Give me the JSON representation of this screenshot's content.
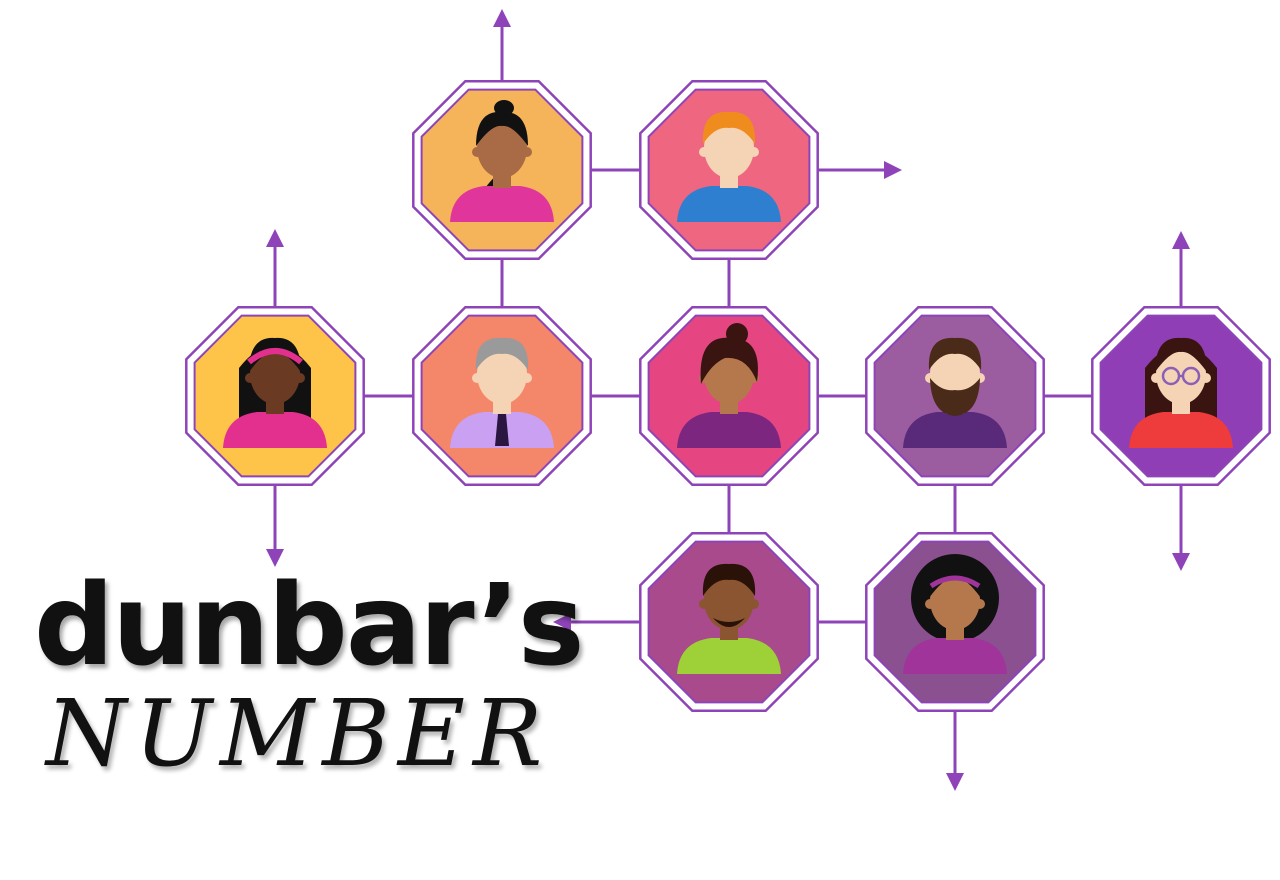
{
  "title": {
    "line1": "dunbar’s",
    "line2": "NUMBER"
  },
  "colors": {
    "line": "#8e44b8",
    "skin_dark": "#6b3a22",
    "skin_medium": "#a86b45",
    "skin_light": "#f5d3b5"
  },
  "people": [
    {
      "id": "woman-ponytail",
      "bg": "#f5b35a",
      "skin": "#a86b45",
      "hair": "#111111",
      "shirt": "#e0359a",
      "hair_style": "ponytail"
    },
    {
      "id": "man-redhead",
      "bg": "#ee6680",
      "skin": "#f5d3b5",
      "hair": "#f08c1e",
      "shirt": "#2f7fd1",
      "hair_style": "short"
    },
    {
      "id": "woman-headband",
      "bg": "#fec44a",
      "skin": "#6b3a22",
      "hair": "#111111",
      "shirt": "#e32f8e",
      "hair_style": "long-headband"
    },
    {
      "id": "man-grey-hair",
      "bg": "#f4866a",
      "skin": "#f5d3b5",
      "hair": "#9a9a9a",
      "shirt": "#c9a0f2",
      "hair_style": "grey-tie"
    },
    {
      "id": "woman-bob",
      "bg": "#e54580",
      "skin": "#b5784d",
      "hair": "#3a1410",
      "shirt": "#7d2680",
      "hair_style": "bob"
    },
    {
      "id": "man-beard",
      "bg": "#9b5ca0",
      "skin": "#f5d3b5",
      "hair": "#4a2a18",
      "shirt": "#5a2a7a",
      "hair_style": "beard"
    },
    {
      "id": "woman-glasses",
      "bg": "#8f3eb5",
      "skin": "#f5d3b5",
      "hair": "#3a1410",
      "shirt": "#ee3b3b",
      "hair_style": "glasses"
    },
    {
      "id": "man-goatee",
      "bg": "#a94a8c",
      "skin": "#8a5530",
      "hair": "#2a1208",
      "shirt": "#9ed037",
      "hair_style": "goatee"
    },
    {
      "id": "woman-curly",
      "bg": "#8a5090",
      "skin": "#b5784d",
      "hair": "#111111",
      "shirt": "#a0349a",
      "hair_style": "curly"
    }
  ]
}
